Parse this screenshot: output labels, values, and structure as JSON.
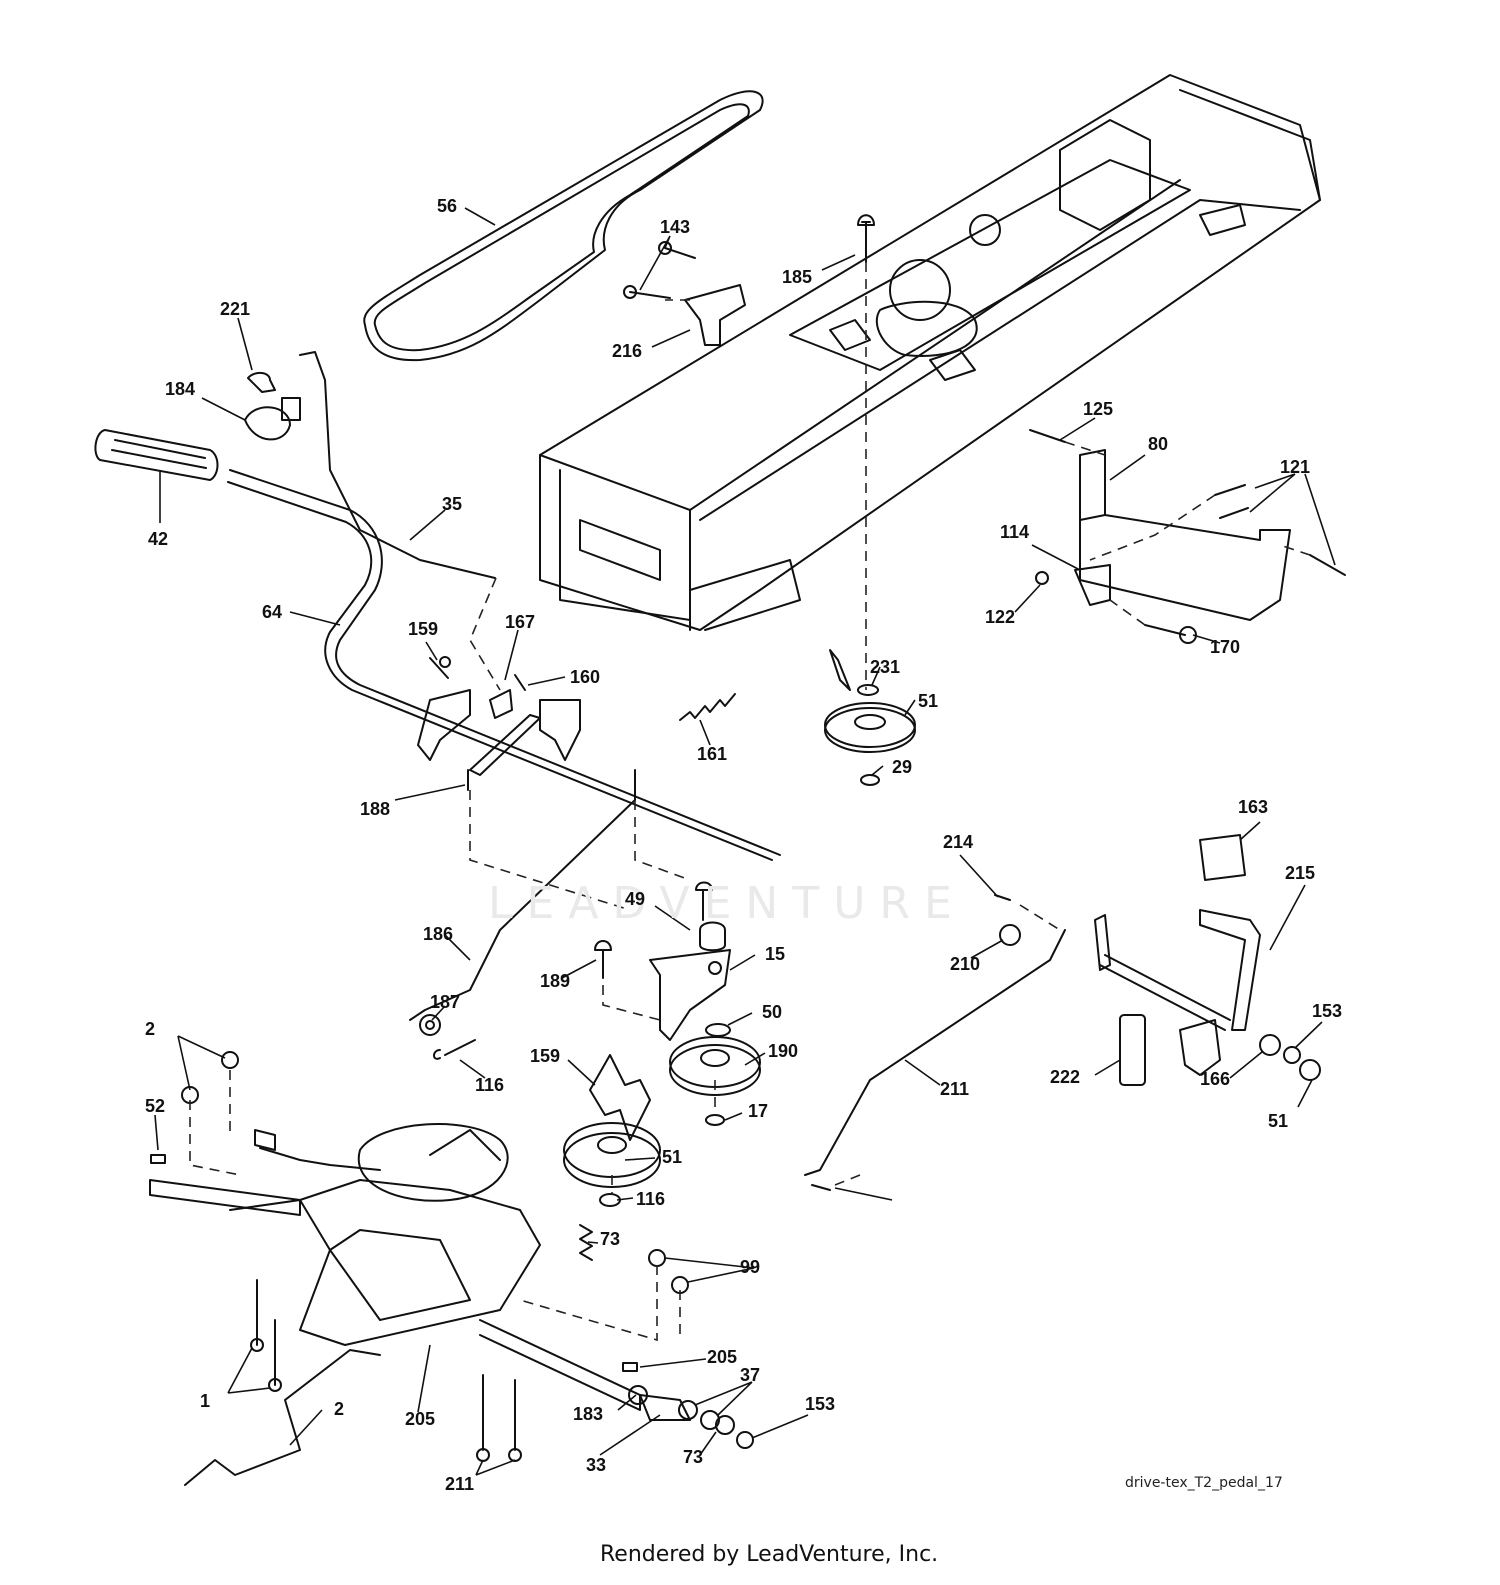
{
  "diagram": {
    "reference_code": "drive-tex_T2_pedal_17",
    "footer": "Rendered by LeadVenture, Inc.",
    "watermark": "LEADVENTURE",
    "callouts": [
      "56",
      "143",
      "185",
      "216",
      "221",
      "184",
      "42",
      "35",
      "64",
      "159",
      "167",
      "160",
      "161",
      "188",
      "125",
      "80",
      "121",
      "114",
      "122",
      "170",
      "231",
      "51",
      "29",
      "186",
      "49",
      "189",
      "15",
      "187",
      "50",
      "190",
      "159",
      "116",
      "2",
      "52",
      "51",
      "17",
      "116",
      "73",
      "99",
      "1",
      "2",
      "205",
      "205",
      "183",
      "37",
      "33",
      "73",
      "153",
      "211",
      "214",
      "210",
      "163",
      "215",
      "211",
      "222",
      "166",
      "153",
      "51"
    ]
  }
}
